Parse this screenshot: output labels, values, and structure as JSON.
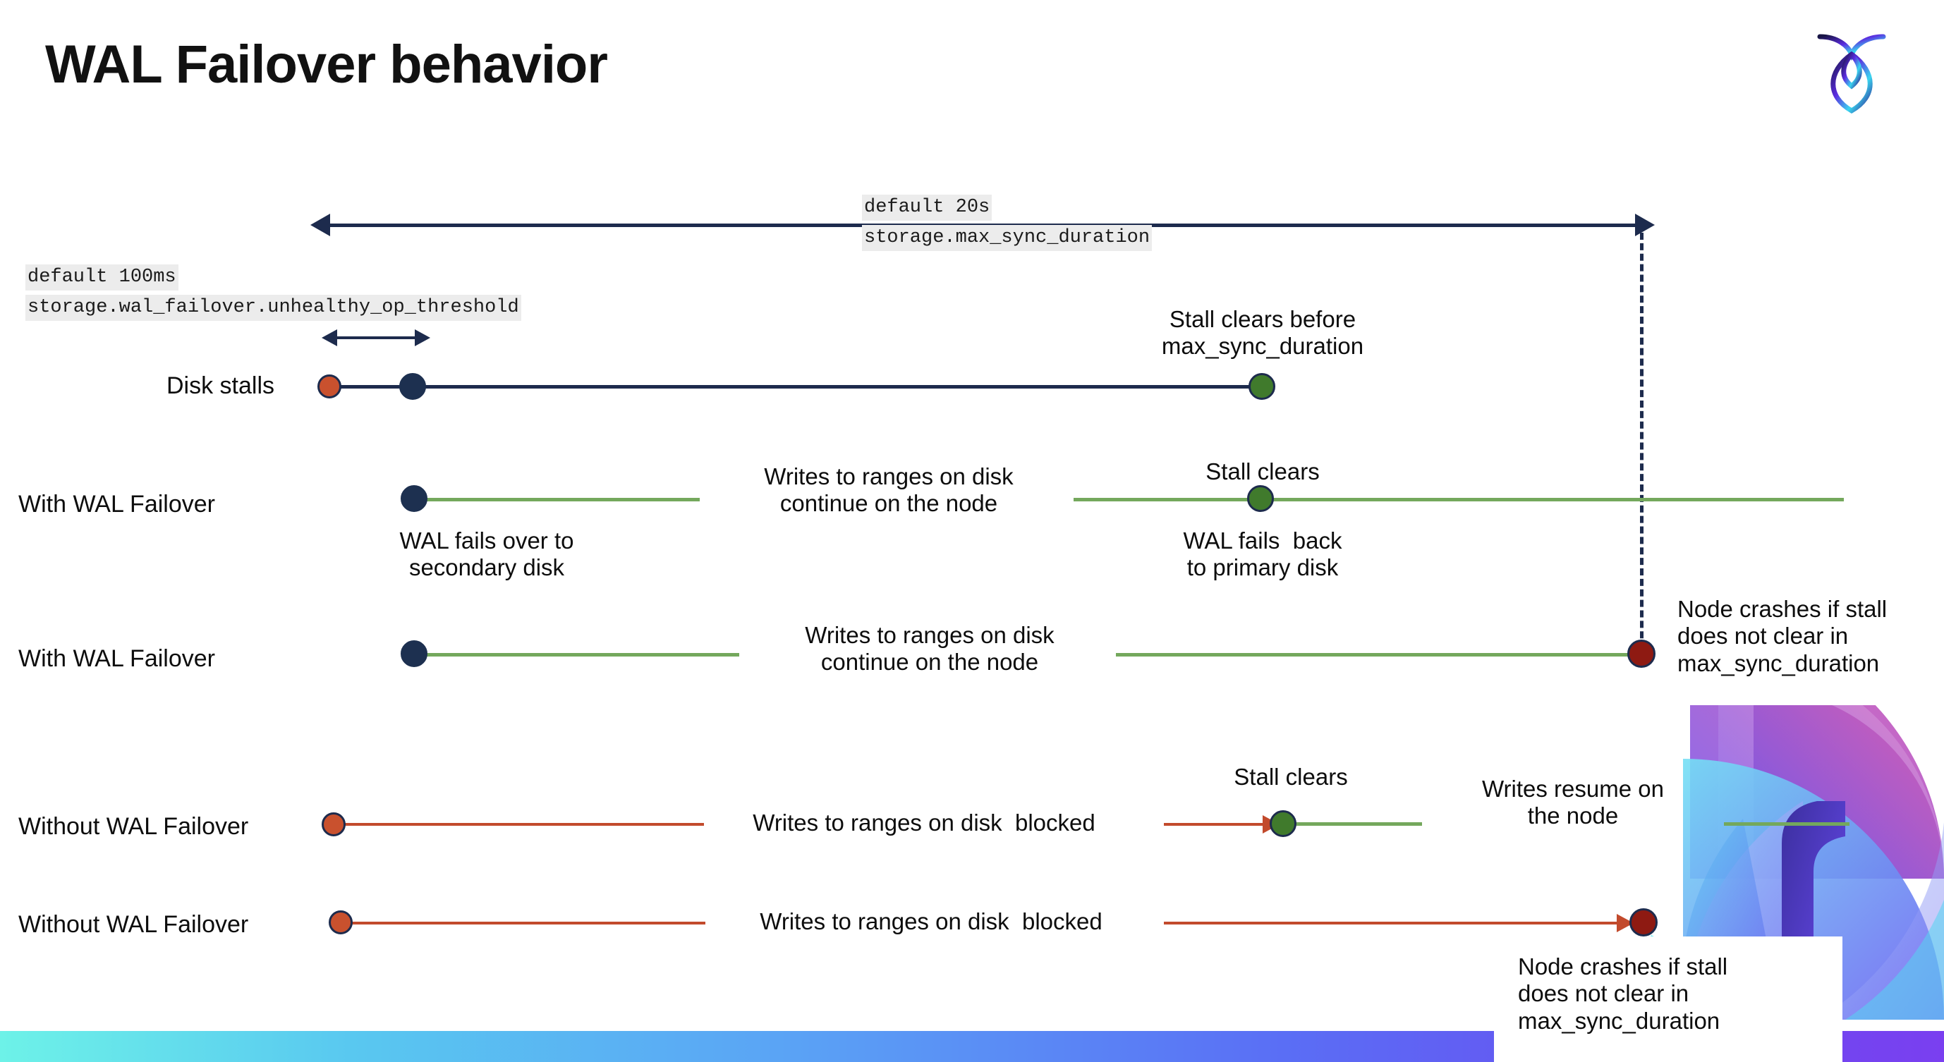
{
  "slide": {
    "title": "WAL Failover behavior",
    "logo_name": "cockroachdb-logo"
  },
  "annotations": {
    "max_sync": {
      "line1": "default 20s",
      "line2": "storage.max_sync_duration"
    },
    "unhealthy": {
      "line1": "default 100ms",
      "line2": "storage.wal_failover.unhealthy_op_threshold"
    }
  },
  "rows": [
    {
      "label": "Disk stalls",
      "note_above": "Stall clears before\nmax_sync_duration"
    },
    {
      "label": "With WAL Failover",
      "note_mid": "Writes to ranges on disk\ncontinue on the node",
      "note_clear": "Stall clears",
      "note_below_left": "WAL fails over to\nsecondary disk",
      "note_below_right": "WAL fails  back\nto primary disk"
    },
    {
      "label": "With WAL Failover",
      "note_mid": "Writes to ranges on disk\ncontinue on the node",
      "note_crash": "Node crashes if stall\ndoes not clear in\nmax_sync_duration"
    },
    {
      "label": "Without WAL Failover",
      "note_mid": "Writes to ranges on disk  blocked",
      "note_clear": "Stall clears",
      "note_resume": "Writes resume on\nthe node"
    },
    {
      "label": "Without WAL Failover",
      "note_mid": "Writes to ranges on disk  blocked",
      "note_crash": "Node crashes if stall\ndoes not clear in\nmax_sync_duration"
    }
  ],
  "colors": {
    "navy": "#1d2b4d",
    "green_line": "#74a85c",
    "red_line": "#c24a2c",
    "dot_navy": "#1d3050",
    "dot_orange": "#c9512e",
    "dot_green": "#407a2c",
    "dot_darkred": "#8e1a12",
    "code_bg": "#ececec",
    "bottom_bar_from": "#6df2e8",
    "bottom_bar_to": "#7a3ff0"
  }
}
